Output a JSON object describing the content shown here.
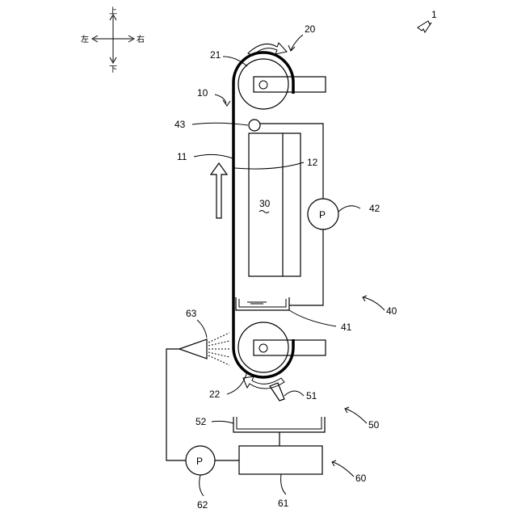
{
  "compass": {
    "up": "上",
    "down": "下",
    "left": "左",
    "right": "右"
  },
  "labels": {
    "figure_ref": "1",
    "belt_unit": "10",
    "belt_outer": "11",
    "belt_inner": "12",
    "roller_unit": "20",
    "upper_roller": "21",
    "lower_roller": "22",
    "processing_unit": "30",
    "liquid_unit": "40",
    "tray": "41",
    "pump_upper": "42",
    "nozzle_small": "43",
    "cleaning_unit": "50",
    "scraper": "51",
    "collector": "52",
    "supply_unit": "60",
    "tank": "61",
    "pump_lower": "62",
    "spray_nozzle": "63"
  },
  "pump_symbol": "P"
}
